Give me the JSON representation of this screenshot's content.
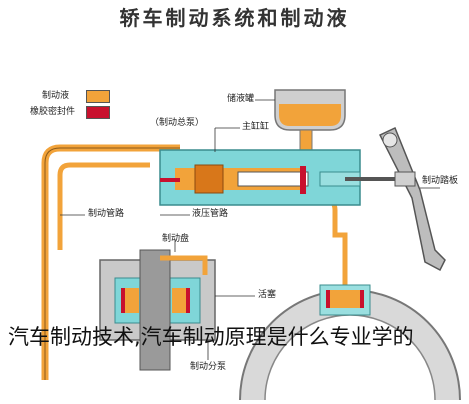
{
  "title": "轿车制动系统和制动液",
  "legend": [
    {
      "label": "制动液",
      "color": "#f2a33a"
    },
    {
      "label": "橡胶密封件",
      "color": "#c8102e"
    }
  ],
  "labels": {
    "reservoir": "储液罐",
    "brake_master_pump": "（制动总泵）",
    "master_cylinder": "主缸缸",
    "brake_pedal": "制动踏板",
    "brake_line": "制动管路",
    "hydraulic_pipe": "液压管路",
    "brake_disc": "制动盘",
    "piston": "活塞",
    "wheel_cylinder": "制动分泵"
  },
  "caption": "汽车制动技术,汽车制动原理是什么专业学的",
  "colors": {
    "fluid": "#f2a33a",
    "seal": "#c8102e",
    "metal": "#7fd6d8",
    "housing": "#c9c9c9"
  }
}
